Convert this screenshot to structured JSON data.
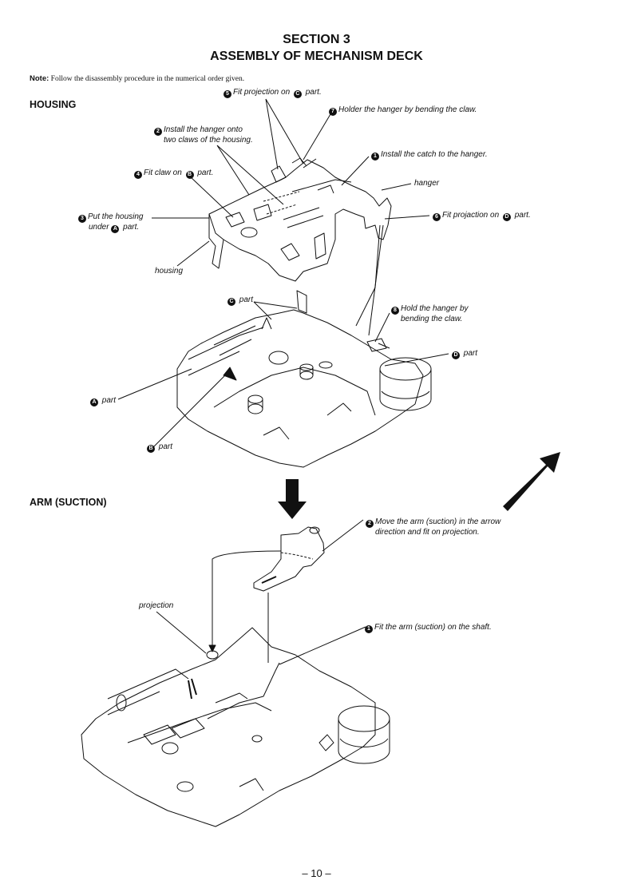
{
  "header": {
    "section": "SECTION  3",
    "title": "ASSEMBLY OF MECHANISM DECK"
  },
  "note": {
    "label": "Note:",
    "text": " Follow the disassembly procedure in the numerical order given."
  },
  "housing": {
    "heading": "HOUSING",
    "callouts": {
      "step5": {
        "num": "5",
        "pre": "Fit projection on ",
        "ref": "C",
        "post": " part."
      },
      "step7": {
        "num": "7",
        "text": "Holder the hanger by bending the claw."
      },
      "step2": {
        "num": "2",
        "line1": "Install the hanger onto",
        "line2": "two claws of the housing."
      },
      "step1": {
        "num": "1",
        "text": "Install the catch to the hanger."
      },
      "step4": {
        "num": "4",
        "pre": "Fit claw on ",
        "ref": "B",
        "post": " part."
      },
      "hanger": "hanger",
      "step3": {
        "num": "3",
        "line1": "Put the housing",
        "pre2": "under ",
        "ref": "A",
        "post2": " part."
      },
      "step6": {
        "num": "6",
        "pre": "Fit projaction on ",
        "ref": "D",
        "post": " part."
      },
      "housing_label": "housing",
      "partC": {
        "ref": "C",
        "text": " part"
      },
      "step8": {
        "num": "8",
        "line1": "Hold the hanger by",
        "line2": "bending the claw."
      },
      "partD": {
        "ref": "D",
        "text": " part"
      },
      "partA": {
        "ref": "A",
        "text": " part"
      },
      "partB": {
        "ref": "B",
        "text": " part"
      }
    }
  },
  "arm": {
    "heading": "ARM (SUCTION)",
    "callouts": {
      "step2": {
        "num": "2",
        "line1": "Move the arm (suction) in the arrow",
        "line2": "direction and fit on projection."
      },
      "projection": "projection",
      "step1": {
        "num": "1",
        "text": "Fit the arm (suction) on the shaft."
      }
    }
  },
  "footer": {
    "page": "– 10 –"
  }
}
